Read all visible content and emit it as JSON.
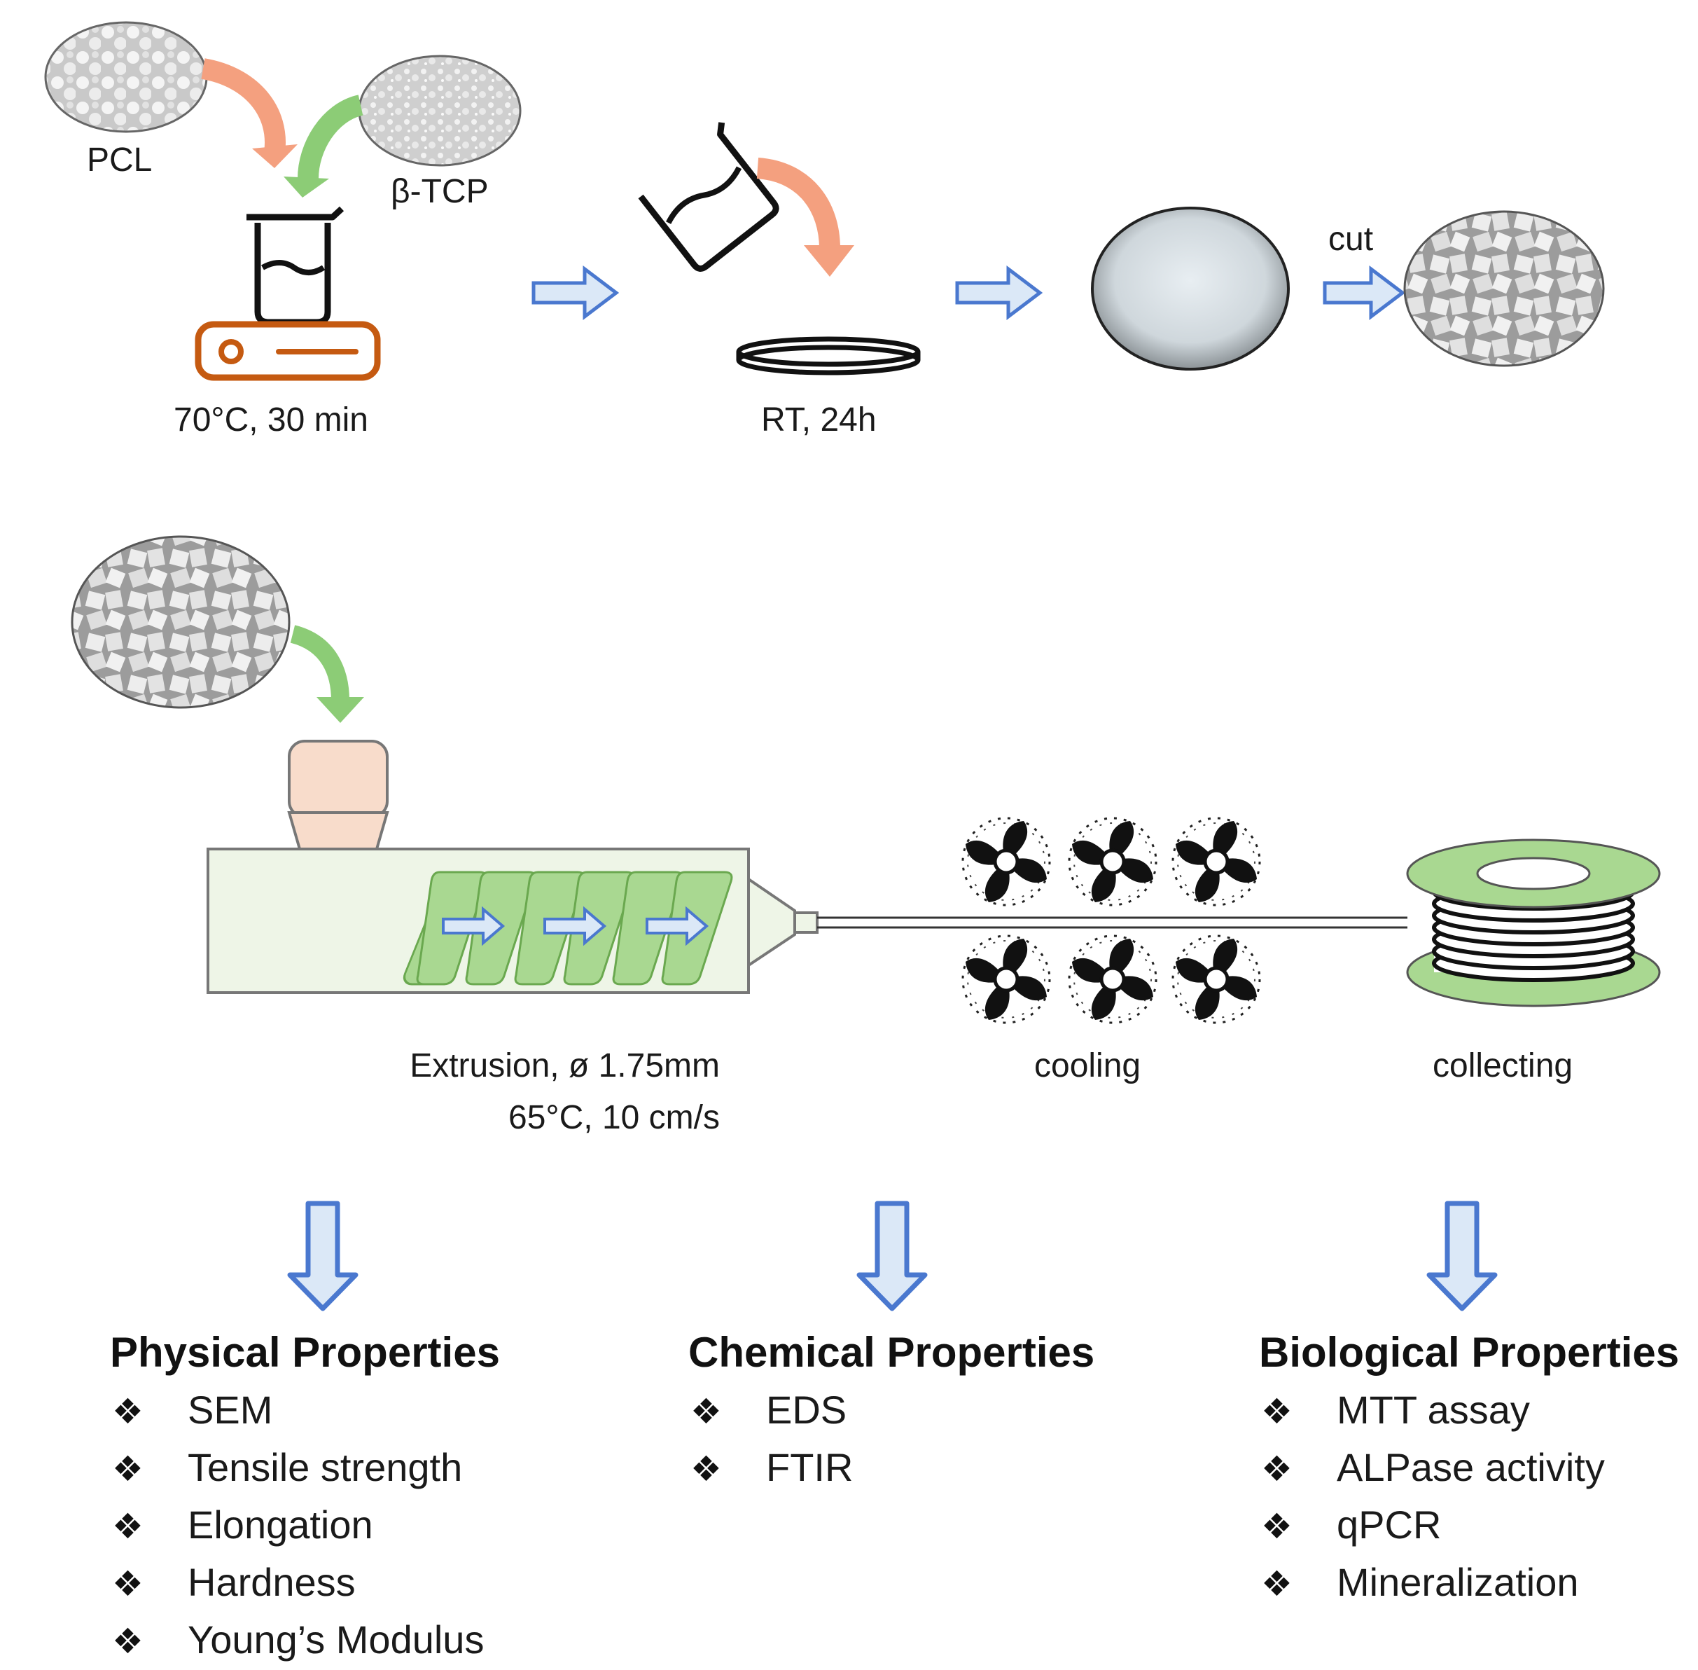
{
  "stage1": {
    "pcl_label": "PCL",
    "btcp_label": "β-TCP",
    "heat_label": "70°C, 30 min",
    "cast_label": "RT, 24h",
    "cut_label": "cut"
  },
  "stage2": {
    "extrusion_line1": "Extrusion, ø 1.75mm",
    "extrusion_line2": "65°C, 10 cm/s",
    "cooling_label": "cooling",
    "collecting_label": "collecting"
  },
  "properties": {
    "physical": {
      "title": "Physical Properties",
      "items": [
        "SEM",
        "Tensile strength",
        "Elongation",
        "Hardness",
        "Young’s Modulus"
      ]
    },
    "chemical": {
      "title": "Chemical Properties",
      "items": [
        "EDS",
        "FTIR"
      ]
    },
    "biological": {
      "title": "Biological Properties",
      "items": [
        "MTT assay",
        "ALPase activity",
        "qPCR",
        "Mineralization"
      ]
    },
    "bullet_glyph": "❖"
  },
  "colors": {
    "orange_arrow": "#f4a07f",
    "green_arrow": "#8ccc76",
    "blue_arrow_stroke": "#4a78cf",
    "blue_arrow_fill": "#dbe8f7",
    "hotplate": "#c55a11",
    "extruder_fill": "#eef5e7",
    "hopper_fill": "#f8dccb",
    "screw_fill": "#a9d891",
    "spool_green": "#a9d891"
  }
}
